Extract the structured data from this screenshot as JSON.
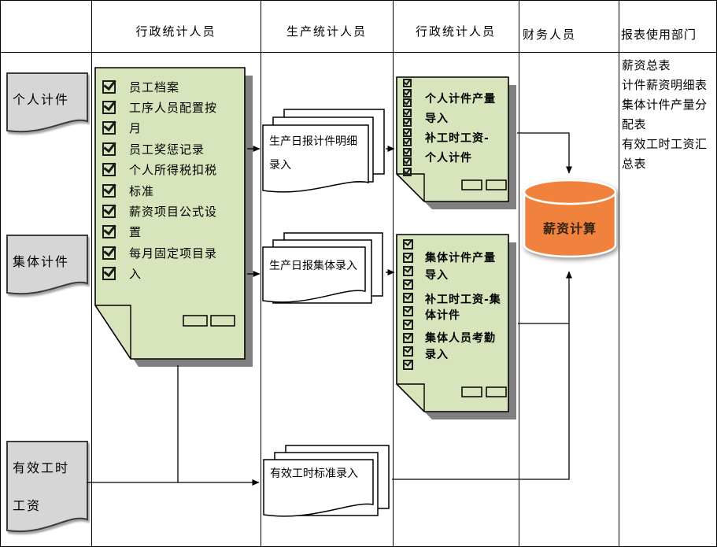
{
  "colors": {
    "node_green": "#D7E4BC",
    "doc_gray": "#D6D6D6",
    "db_orange": "#F0823E",
    "shadow_gray": "#808080",
    "line_black": "#000000"
  },
  "header": {
    "columns": [
      "",
      "行政统计人员",
      "生产统计人员",
      "行政统计人员",
      "财务人员",
      "报表使用部门"
    ]
  },
  "left_labels": {
    "personal": "个人计件",
    "group": "集体计件",
    "hours_line1": "有效工时",
    "hours_line2": "工资"
  },
  "admin_tasks": {
    "items": [
      "员工档案",
      "工序人员配置按",
      "月",
      "员工奖惩记录",
      "个人所得税扣税",
      "标准",
      "薪资项目公式设",
      "置",
      "每月固定项目录",
      "入"
    ]
  },
  "production_docs": {
    "piecework_line1": "生产日报计件明细",
    "piecework_line2": "录入",
    "group_entry": "生产日报集体录入",
    "standard_hours": "有效工时标准录入"
  },
  "personal_import_box": {
    "lines": [
      "个人计件产量",
      "导入",
      "补工时工资-",
      "个人计件"
    ]
  },
  "group_import_box": {
    "lines": [
      "集体计件产量",
      "导入",
      "补工时工资-集",
      "体计件",
      "集体人员考勤",
      "录入"
    ]
  },
  "database": {
    "label": "薪资计算"
  },
  "reports": {
    "lines": [
      "薪资总表",
      "计件薪资明细表",
      "集体计件产量分",
      "配表",
      "有效工时工资汇",
      "总表"
    ]
  }
}
